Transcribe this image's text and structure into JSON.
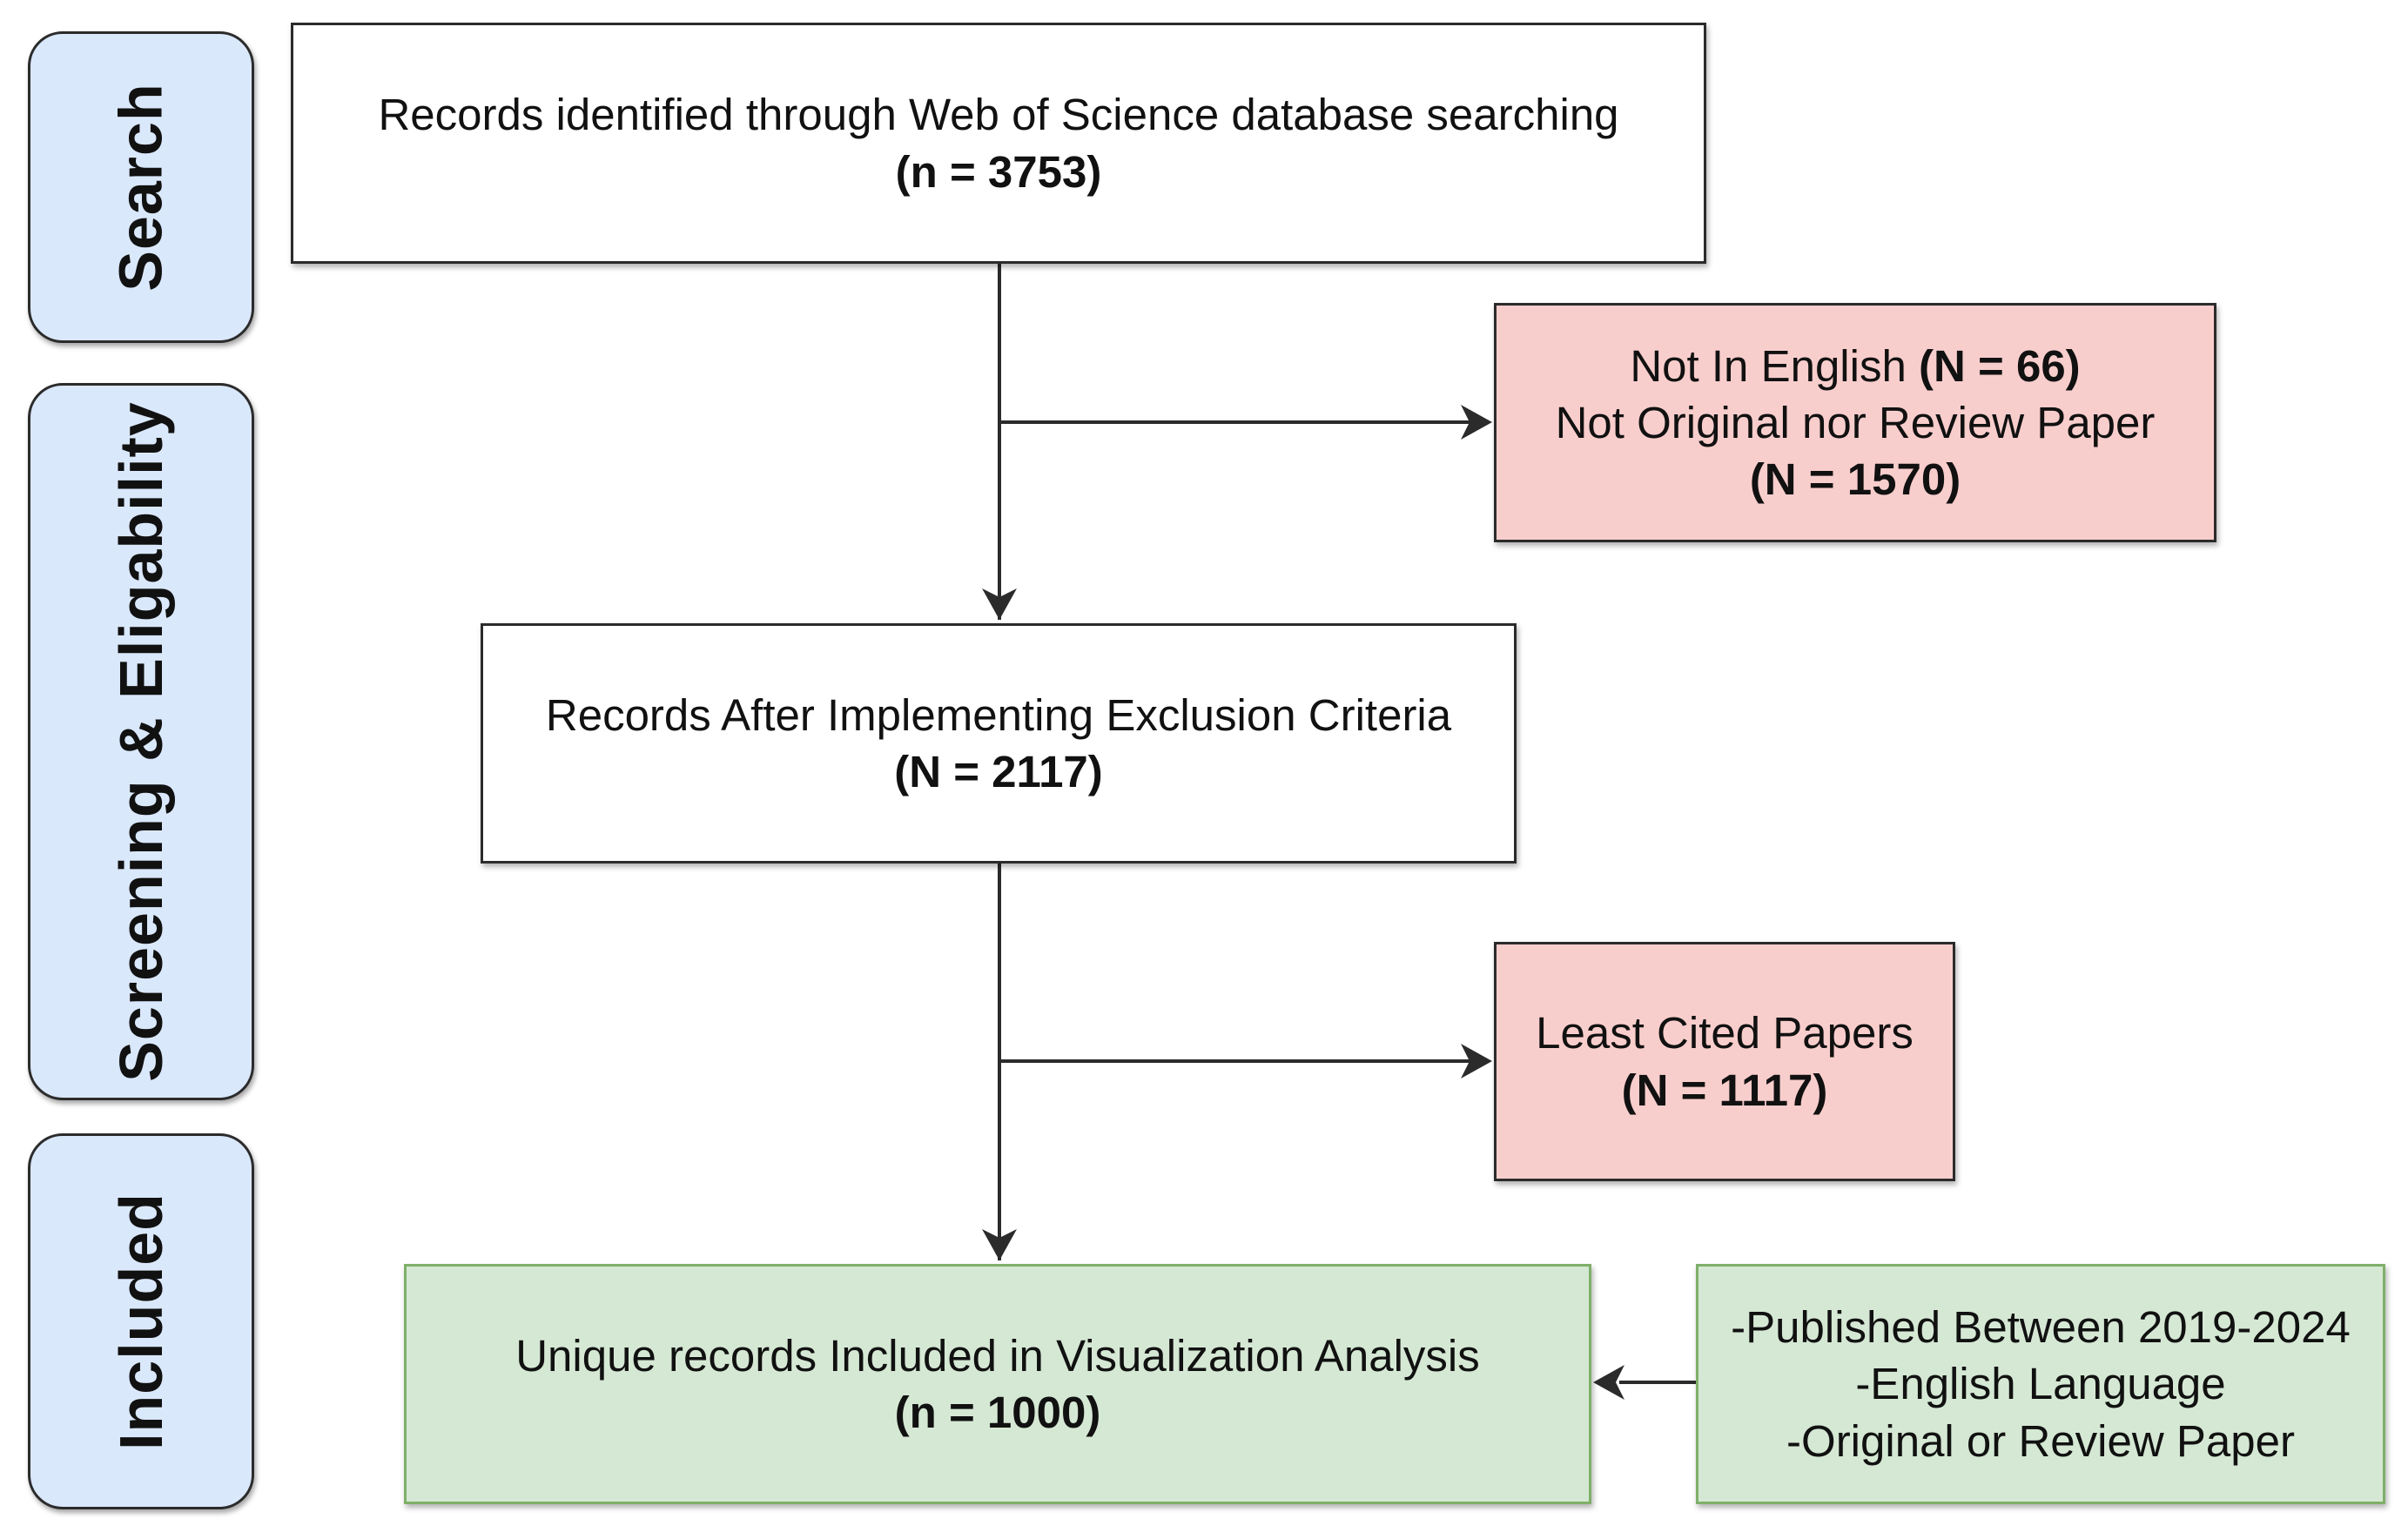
{
  "phases": {
    "search": "Search",
    "screening": "Screening & Eligability",
    "included": "Included"
  },
  "identified": {
    "text": "Records identified through Web of Science database searching",
    "count": "(n = 3753)"
  },
  "exclusion1": {
    "line1_text": "Not In English ",
    "line1_count": "(N = 66)",
    "line2_text": "Not Original nor Review Paper",
    "line3_count": "(N = 1570)"
  },
  "after_exclusion": {
    "text": "Records After Implementing Exclusion Criteria",
    "count": "(N = 2117)"
  },
  "exclusion2": {
    "text": "Least Cited Papers",
    "count": "(N = 1117)"
  },
  "included": {
    "text": "Unique records Included in Visualization Analysis",
    "count": "(n = 1000)"
  },
  "criteria": {
    "items": [
      "-Published Between 2019-2024",
      "-English Language",
      "-Original or Review Paper"
    ]
  },
  "colors": {
    "phase_fill": "#dae8fc",
    "exclusion_fill": "#f8cecc",
    "included_fill": "#d5e8d4",
    "included_border": "#7fb069",
    "line": "#2b2b2b"
  }
}
